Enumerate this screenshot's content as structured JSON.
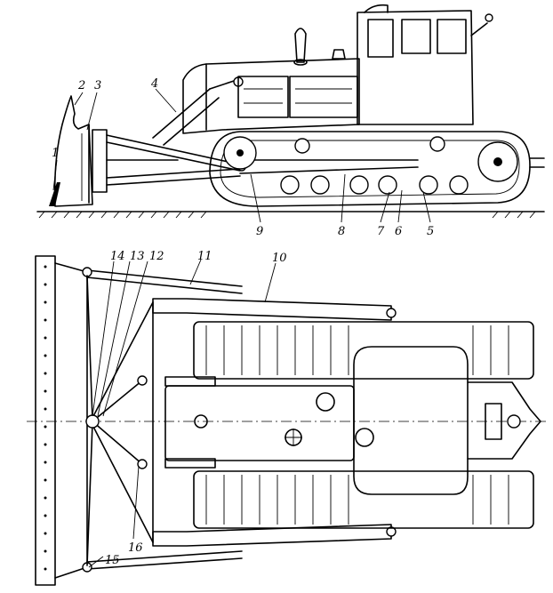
{
  "callouts": {
    "side": [
      "1",
      "2",
      "3",
      "4",
      "5",
      "6",
      "7",
      "8",
      "9"
    ],
    "plan": [
      "10",
      "11",
      "12",
      "13",
      "14",
      "15",
      "16"
    ]
  }
}
